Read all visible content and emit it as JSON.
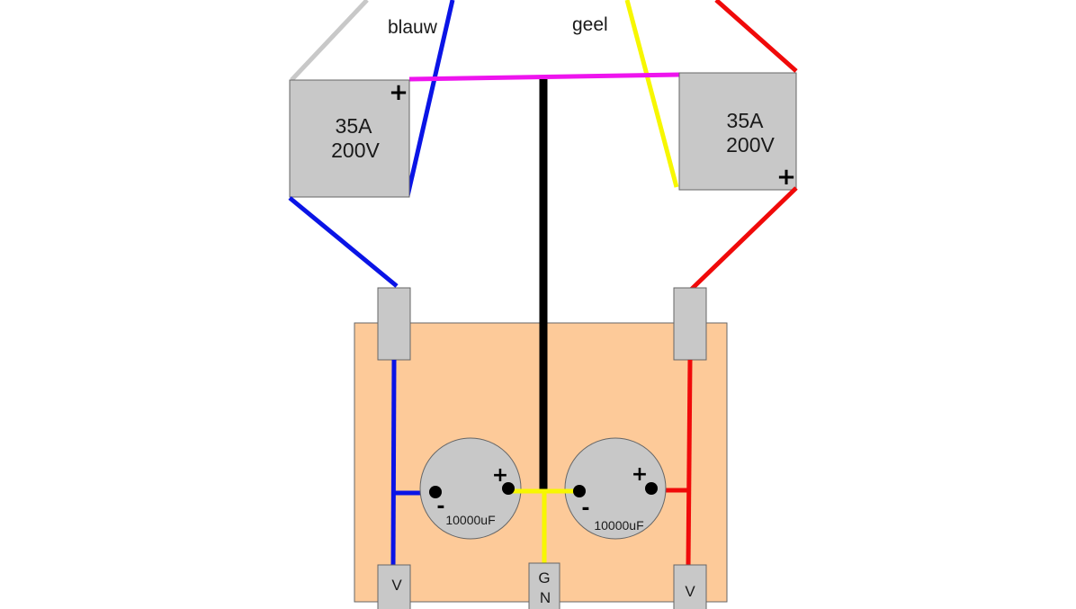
{
  "labels": {
    "blue_wire": "blauw",
    "yellow_wire": "geel"
  },
  "bridge_left": {
    "current": "35A",
    "voltage": "200V",
    "plus": "+"
  },
  "bridge_right": {
    "current": "35A",
    "voltage": "200V",
    "plus": "+"
  },
  "cap_left": {
    "value": "10000uF",
    "plus": "+",
    "minus": "-"
  },
  "cap_right": {
    "value": "10000uF",
    "plus": "+",
    "minus": "-"
  },
  "terminals": {
    "left_out": "V",
    "ground_1": "G",
    "ground_2": "N",
    "right_out": "V"
  },
  "colors": {
    "blue": "#0a14e6",
    "red": "#f00a0a",
    "yellow": "#f7f700",
    "magenta": "#ee14ee",
    "gray_wire": "#c8c8c8",
    "black": "#000000",
    "box_fill": "#c8c8c8",
    "board_fill": "#fdca99",
    "cap_fill": "#c8c8c8"
  }
}
